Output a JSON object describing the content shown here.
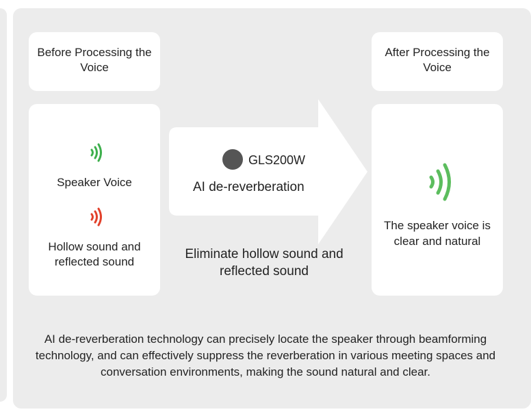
{
  "before": {
    "title": "Before Processing the Voice",
    "speaker_label": "Speaker Voice",
    "hollow_label": "Hollow sound and reflected sound"
  },
  "after": {
    "title": "After Processing the Voice",
    "result_label": "The speaker voice is clear and natural"
  },
  "process": {
    "device_name": "GLS200W",
    "technology": "AI de-reverberation",
    "effect": "Eliminate hollow sound and reflected sound"
  },
  "description": "AI de-reverberation technology can precisely locate the speaker through beamforming technology, and can effectively suppress the reverberation in various meeting spaces and conversation environments, making the sound natural and clear.",
  "colors": {
    "panel": "#ececec",
    "card": "#ffffff",
    "speaker_wave": "#3daf4c",
    "hollow_wave": "#e2402a",
    "clear_wave": "#5cbd5e",
    "device": "#555555"
  },
  "icons": {
    "speaker_voice": "sound-waves-icon",
    "hollow_sound": "sound-waves-icon",
    "clear_voice": "sound-waves-icon"
  }
}
